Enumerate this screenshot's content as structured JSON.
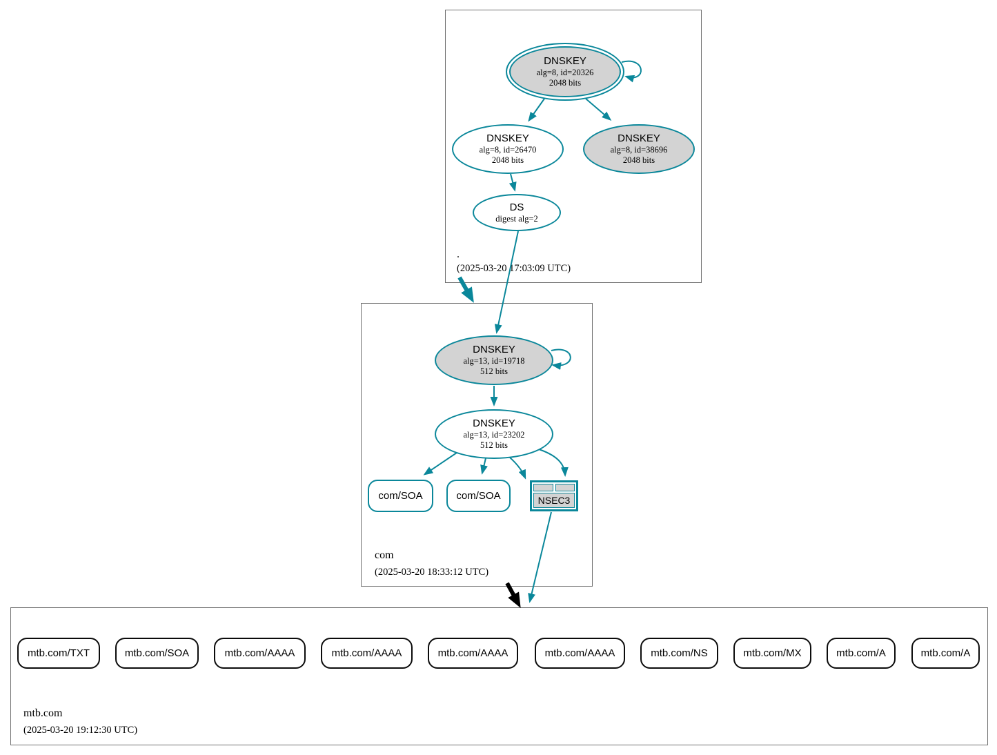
{
  "colors": {
    "secure_teal": "#0a879a",
    "node_fill_gray": "#d3d3d3",
    "insecure_black": "#000000",
    "zone_box_border": "#6f6f6f"
  },
  "zones": {
    "root": {
      "name": ".",
      "timestamp": "(2025-03-20 17:03:09 UTC)",
      "nodes": {
        "ksk": {
          "type": "DNSKEY",
          "detail": "alg=8, id=20326",
          "bits": "2048 bits"
        },
        "zsk": {
          "type": "DNSKEY",
          "detail": "alg=8, id=26470",
          "bits": "2048 bits"
        },
        "zsk2": {
          "type": "DNSKEY",
          "detail": "alg=8, id=38696",
          "bits": "2048 bits"
        },
        "ds": {
          "type": "DS",
          "detail": "digest alg=2"
        }
      }
    },
    "com": {
      "name": "com",
      "timestamp": "(2025-03-20 18:33:12 UTC)",
      "nodes": {
        "ksk": {
          "type": "DNSKEY",
          "detail": "alg=13, id=19718",
          "bits": "512 bits"
        },
        "zsk": {
          "type": "DNSKEY",
          "detail": "alg=13, id=23202",
          "bits": "512 bits"
        },
        "soa1": {
          "label": "com/SOA"
        },
        "soa2": {
          "label": "com/SOA"
        },
        "nsec3": {
          "label": "NSEC3"
        }
      }
    },
    "mtb": {
      "name": "mtb.com",
      "timestamp": "(2025-03-20 19:12:30 UTC)",
      "rrsets": [
        {
          "label": "mtb.com/TXT"
        },
        {
          "label": "mtb.com/SOA"
        },
        {
          "label": "mtb.com/AAAA"
        },
        {
          "label": "mtb.com/AAAA"
        },
        {
          "label": "mtb.com/AAAA"
        },
        {
          "label": "mtb.com/AAAA"
        },
        {
          "label": "mtb.com/NS"
        },
        {
          "label": "mtb.com/MX"
        },
        {
          "label": "mtb.com/A"
        },
        {
          "label": "mtb.com/A"
        }
      ]
    }
  }
}
